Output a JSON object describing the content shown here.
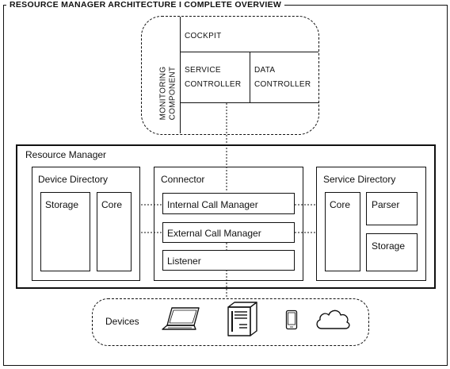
{
  "frame": {
    "title": "RESOURCE MANAGER ARCHITECTURE I COMPLETE OVERVIEW"
  },
  "monitoring": {
    "label_line1": "MONITORING",
    "label_line2": "COMPONENT",
    "cockpit": "COCKPIT",
    "service_controller_line1": "SERVICE",
    "service_controller_line2": "CONTROLLER",
    "data_controller_line1": "DATA",
    "data_controller_line2": "CONTROLLER"
  },
  "resource_manager": {
    "title": "Resource Manager",
    "device_directory": {
      "title": "Device Directory",
      "storage": "Storage",
      "core": "Core"
    },
    "connector": {
      "title": "Connector",
      "internal_call_manager": "Internal Call Manager",
      "external_call_manager": "External Call Manager",
      "listener": "Listener"
    },
    "service_directory": {
      "title": "Service Directory",
      "core": "Core",
      "parser": "Parser",
      "storage": "Storage"
    }
  },
  "devices": {
    "label": "Devices",
    "icons": [
      "laptop-icon",
      "server-tower-icon",
      "smartphone-icon",
      "cloud-icon"
    ]
  }
}
